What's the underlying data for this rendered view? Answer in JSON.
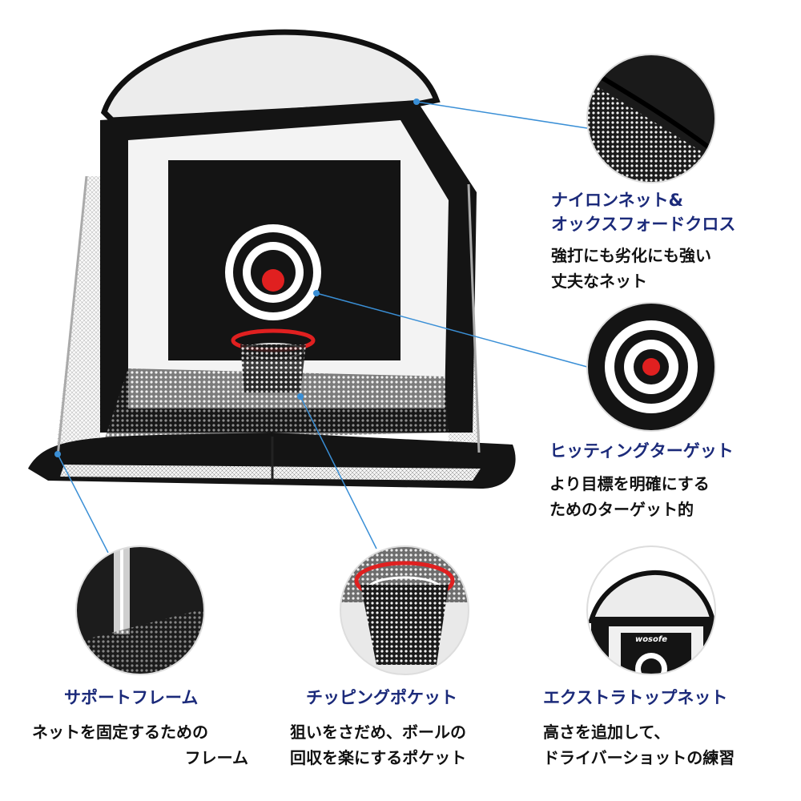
{
  "colors": {
    "accent": "#1b2a7a",
    "callout_line": "#3a8fd6",
    "net_black": "#111111",
    "target_red": "#e02020"
  },
  "features": {
    "nylon": {
      "title_line1": "ナイロンネット&",
      "title_line2": "オックスフォードクロス",
      "desc_line1": "強打にも劣化にも強い",
      "desc_line2": "丈夫なネット"
    },
    "target": {
      "title": "ヒッティングターゲット",
      "desc_line1": "より目標を明確にする",
      "desc_line2": "ためのターゲット的"
    },
    "frame": {
      "title": "サポートフレーム",
      "desc_line1": "ネットを固定するための",
      "desc_line2": "フレーム"
    },
    "pocket": {
      "title": "チッピングポケット",
      "desc_line1": "狙いをさだめ、ボールの",
      "desc_line2": "回収を楽にするポケット"
    },
    "topnet": {
      "title": "エクストラトップネット",
      "desc_line1": "高さを追加して、",
      "desc_line2": "ドライバーショットの練習"
    }
  },
  "logo_text": "wosofe"
}
